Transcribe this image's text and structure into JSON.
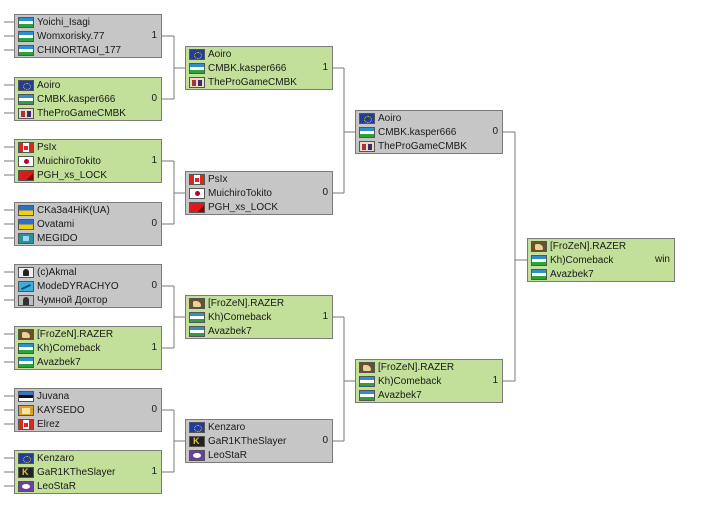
{
  "bracket": {
    "round1": [
      {
        "score": "1",
        "players": [
          {
            "name": "Yoichi_Isagi",
            "icon": "flag-uzbekistan-icon"
          },
          {
            "name": "Womxorisky.77",
            "icon": "flag-uzbekistan-icon"
          },
          {
            "name": "CHINORTAGI_177",
            "icon": "flag-uzbekistan-icon"
          }
        ]
      },
      {
        "score": "0",
        "players": [
          {
            "name": "Aoiro",
            "icon": "flag-eu-icon"
          },
          {
            "name": "CMBK.kasper666",
            "icon": "flag-uzbekistan-icon"
          },
          {
            "name": "TheProGameCMBK",
            "icon": "clan-duo-icon"
          }
        ]
      },
      {
        "score": "1",
        "players": [
          {
            "name": "PsIx",
            "icon": "flag-canada-icon"
          },
          {
            "name": "MuichiroTokito",
            "icon": "flag-japan-icon"
          },
          {
            "name": "PGH_xs_LOCK",
            "icon": "red-emblem-icon"
          }
        ]
      },
      {
        "score": "0",
        "players": [
          {
            "name": "CKa3a4HiK(UA)",
            "icon": "flag-ukraine-icon"
          },
          {
            "name": "Ovatami",
            "icon": "flag-ukraine-icon"
          },
          {
            "name": "MEGIDO",
            "icon": "teal-emblem-icon"
          }
        ]
      },
      {
        "score": "0",
        "players": [
          {
            "name": "(c)Akmal",
            "icon": "skull-icon"
          },
          {
            "name": "ModeDYRACHYO",
            "icon": "cyan-emblem-icon"
          },
          {
            "name": "Чумной Доктор",
            "icon": "plague-doctor-icon"
          }
        ]
      },
      {
        "score": "1",
        "players": [
          {
            "name": "[FroZeN].RAZER",
            "icon": "wolf-icon"
          },
          {
            "name": "Kh)Comeback",
            "icon": "flag-uzbekistan-icon"
          },
          {
            "name": "Avazbek7",
            "icon": "flag-uzbekistan-icon"
          }
        ]
      },
      {
        "score": "0",
        "players": [
          {
            "name": "Juvana",
            "icon": "flag-estonia-icon"
          },
          {
            "name": "KAYSEDO",
            "icon": "gold-emblem-icon"
          },
          {
            "name": "Elrez",
            "icon": "flag-canada-icon"
          }
        ]
      },
      {
        "score": "1",
        "players": [
          {
            "name": "Kenzaro",
            "icon": "flag-eu-icon"
          },
          {
            "name": "GaR1KTheSlayer",
            "icon": "king-emblem-icon"
          },
          {
            "name": "LeoStaR",
            "icon": "eye-emblem-icon"
          }
        ]
      }
    ],
    "round2": [
      {
        "score": "1",
        "players": [
          {
            "name": "Aoiro",
            "icon": "flag-eu-icon"
          },
          {
            "name": "CMBK.kasper666",
            "icon": "flag-uzbekistan-icon"
          },
          {
            "name": "TheProGameCMBK",
            "icon": "clan-duo-icon"
          }
        ]
      },
      {
        "score": "0",
        "players": [
          {
            "name": "PsIx",
            "icon": "flag-canada-icon"
          },
          {
            "name": "MuichiroTokito",
            "icon": "flag-japan-icon"
          },
          {
            "name": "PGH_xs_LOCK",
            "icon": "red-emblem-icon"
          }
        ]
      },
      {
        "score": "1",
        "players": [
          {
            "name": "[FroZeN].RAZER",
            "icon": "wolf-icon"
          },
          {
            "name": "Kh)Comeback",
            "icon": "flag-uzbekistan-icon"
          },
          {
            "name": "Avazbek7",
            "icon": "flag-uzbekistan-icon"
          }
        ]
      },
      {
        "score": "0",
        "players": [
          {
            "name": "Kenzaro",
            "icon": "flag-eu-icon"
          },
          {
            "name": "GaR1KTheSlayer",
            "icon": "king-emblem-icon"
          },
          {
            "name": "LeoStaR",
            "icon": "eye-emblem-icon"
          }
        ]
      }
    ],
    "round3": [
      {
        "score": "0",
        "players": [
          {
            "name": "Aoiro",
            "icon": "flag-eu-icon"
          },
          {
            "name": "CMBK.kasper666",
            "icon": "flag-uzbekistan-icon"
          },
          {
            "name": "TheProGameCMBK",
            "icon": "clan-duo-icon"
          }
        ]
      },
      {
        "score": "1",
        "players": [
          {
            "name": "[FroZeN].RAZER",
            "icon": "wolf-icon"
          },
          {
            "name": "Kh)Comeback",
            "icon": "flag-uzbekistan-icon"
          },
          {
            "name": "Avazbek7",
            "icon": "flag-uzbekistan-icon"
          }
        ]
      }
    ],
    "final": [
      {
        "score": "win",
        "players": [
          {
            "name": "[FroZeN].RAZER",
            "icon": "wolf-icon"
          },
          {
            "name": "Kh)Comeback",
            "icon": "flag-uzbekistan-icon"
          },
          {
            "name": "Avazbek7",
            "icon": "flag-uzbekistan-icon"
          }
        ]
      }
    ]
  }
}
